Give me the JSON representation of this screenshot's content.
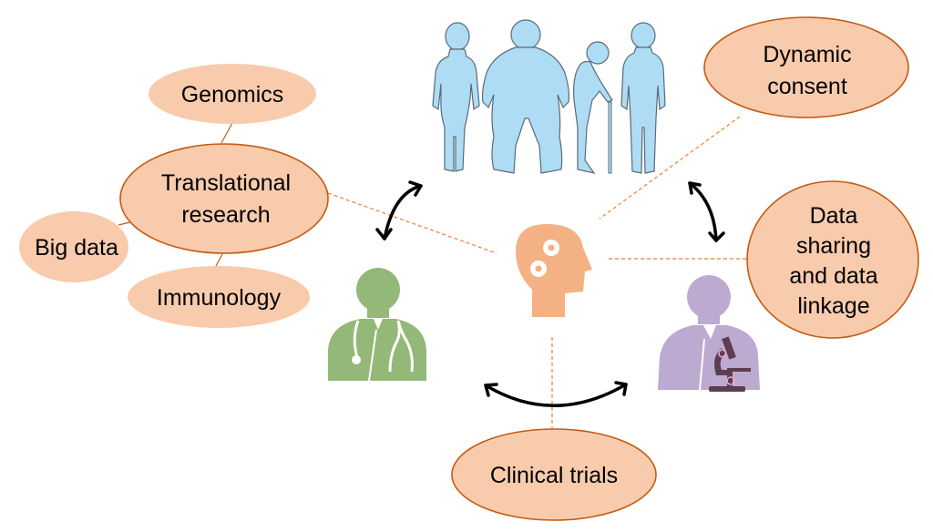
{
  "diagram": {
    "center": {
      "label": "Brain / researcher mind",
      "color": "#f4b183"
    },
    "people": {
      "label": "Population",
      "color": "#aedcf4"
    },
    "clinician": {
      "label": "Clinician",
      "color": "#93b878"
    },
    "scientist": {
      "label": "Scientist",
      "color": "#bcaad1"
    },
    "bubbles": {
      "genomics": [
        "Genomics"
      ],
      "translational": [
        "Translational",
        "research"
      ],
      "big_data": [
        "Big data"
      ],
      "immunology": [
        "Immunology"
      ],
      "dynamic_consent": [
        "Dynamic",
        "consent"
      ],
      "data_sharing": [
        "Data",
        "sharing",
        "and data",
        "linkage"
      ],
      "clinical_trials": [
        "Clinical trials"
      ]
    },
    "colors": {
      "bubble_fill": "#f8cbad",
      "bubble_stroke": "#c55a11",
      "connector": "#ed7d31",
      "arrow": "#000000"
    }
  }
}
